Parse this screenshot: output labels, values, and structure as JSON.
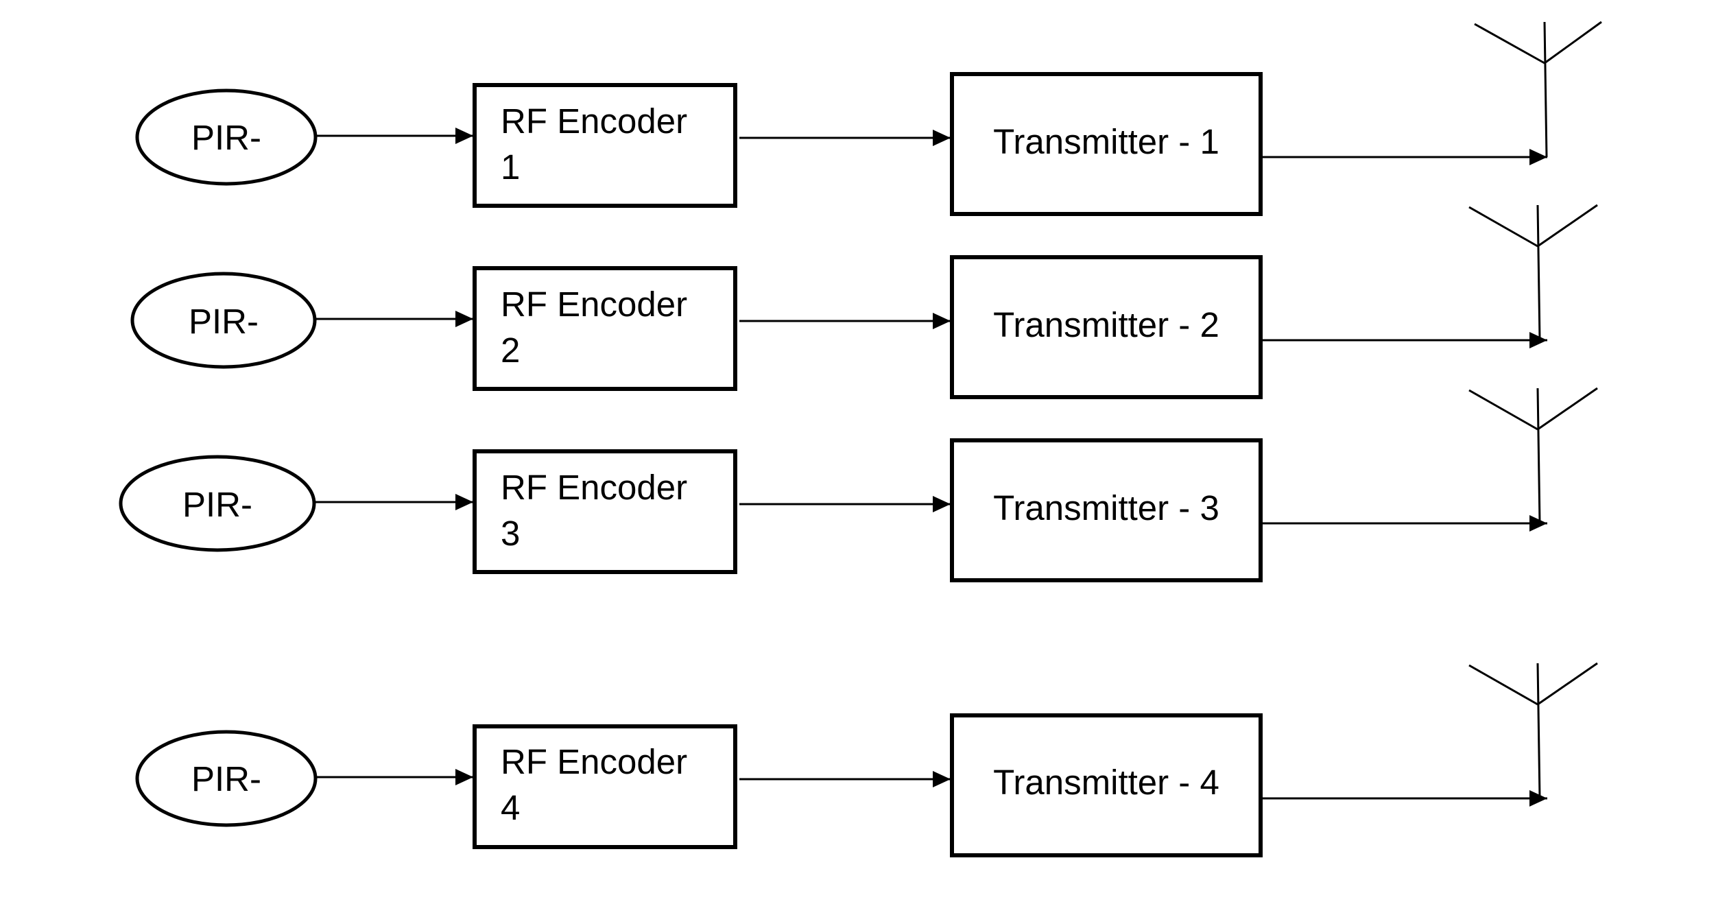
{
  "diagram": {
    "rows": [
      {
        "sensor_label": "PIR-",
        "encoder_line1": "RF Encoder",
        "encoder_line2": "1",
        "transmitter_label": "Transmitter - 1"
      },
      {
        "sensor_label": "PIR-",
        "encoder_line1": "RF Encoder",
        "encoder_line2": "2",
        "transmitter_label": "Transmitter - 2"
      },
      {
        "sensor_label": "PIR-",
        "encoder_line1": "RF Encoder",
        "encoder_line2": "3",
        "transmitter_label": "Transmitter - 3"
      },
      {
        "sensor_label": "PIR-",
        "encoder_line1": "RF Encoder",
        "encoder_line2": "4",
        "transmitter_label": "Transmitter - 4"
      }
    ],
    "colors": {
      "stroke": "#000000",
      "background": "#ffffff"
    }
  }
}
